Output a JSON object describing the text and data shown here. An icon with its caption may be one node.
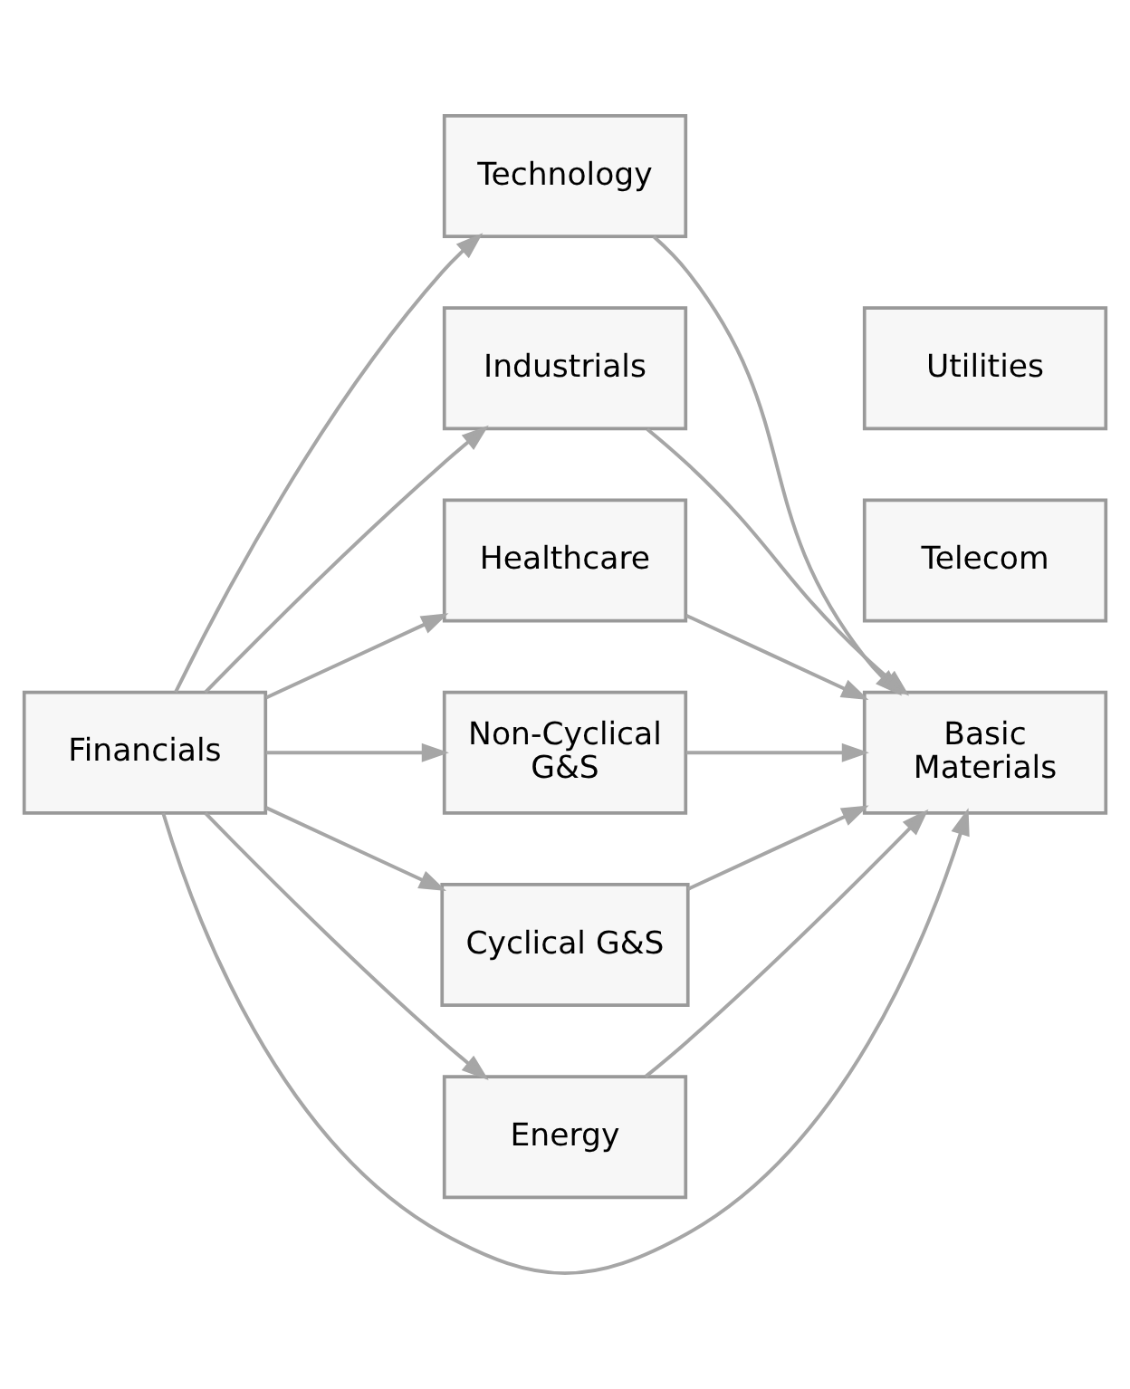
{
  "diagram": {
    "nodes": [
      {
        "text": [
          "Financials"
        ]
      },
      {
        "text": [
          "Technology"
        ]
      },
      {
        "text": [
          "Industrials"
        ]
      },
      {
        "text": [
          "Healthcare"
        ]
      },
      {
        "text": [
          "Non-Cyclical G&S"
        ]
      },
      {
        "text": [
          "Cyclical G&S"
        ]
      },
      {
        "text": [
          "Energy"
        ]
      },
      {
        "text": [
          "Basic Materials"
        ]
      },
      {
        "text": [
          "Telecom"
        ]
      },
      {
        "text": [
          "Utilities"
        ]
      }
    ],
    "edges": [
      {
        "from": 0,
        "to": 1,
        "arrow": "to"
      },
      {
        "from": 0,
        "to": 2,
        "arrow": "to"
      },
      {
        "from": 0,
        "to": 3,
        "arrow": "to"
      },
      {
        "from": 0,
        "to": 7,
        "arrow": "to"
      },
      {
        "from": 0,
        "to": 4,
        "arrow": "to"
      },
      {
        "from": 0,
        "to": 5,
        "arrow": "to"
      },
      {
        "from": 0,
        "to": 6,
        "arrow": "to"
      },
      {
        "from": 1,
        "to": 7,
        "arrow": "to"
      },
      {
        "from": 2,
        "to": 7,
        "arrow": "to"
      },
      {
        "from": 3,
        "to": 7,
        "arrow": "to"
      },
      {
        "from": 4,
        "to": 7,
        "arrow": "to"
      },
      {
        "from": 5,
        "to": 7,
        "arrow": "to"
      },
      {
        "from": 6,
        "to": 7,
        "arrow": "to"
      }
    ]
  }
}
